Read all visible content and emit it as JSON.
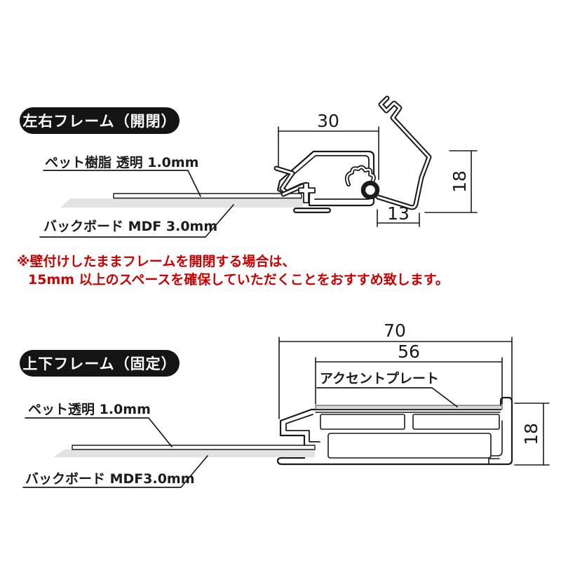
{
  "colors": {
    "line": "#1a1a1a",
    "mdf_fill": "#e3e3e3",
    "accent_fill": "#d8d8d8",
    "note_red": "#c80000",
    "pill_bg": "#141414",
    "pill_text": "#ffffff"
  },
  "section_top": {
    "pill_label": "左右フレーム（開閉）",
    "label_pet": "ペット樹脂 透明 1.0mm",
    "label_backboard": "バックボード MDF 3.0mm",
    "dim_width": "30",
    "dim_height": "18",
    "dim_depth": "13"
  },
  "note": {
    "line1": "※壁付けしたままフレームを開閉する場合は、",
    "line2": "15mm 以上のスペースを確保していただくことをおすすめ致します。"
  },
  "section_bottom": {
    "pill_label": "上下フレーム（固定）",
    "label_accent": "アクセントプレート",
    "label_pet": "ペット透明 1.0mm",
    "label_backboard": "バックボード MDF3.0mm",
    "dim_width_outer": "70",
    "dim_width_inner": "56",
    "dim_height": "18"
  }
}
